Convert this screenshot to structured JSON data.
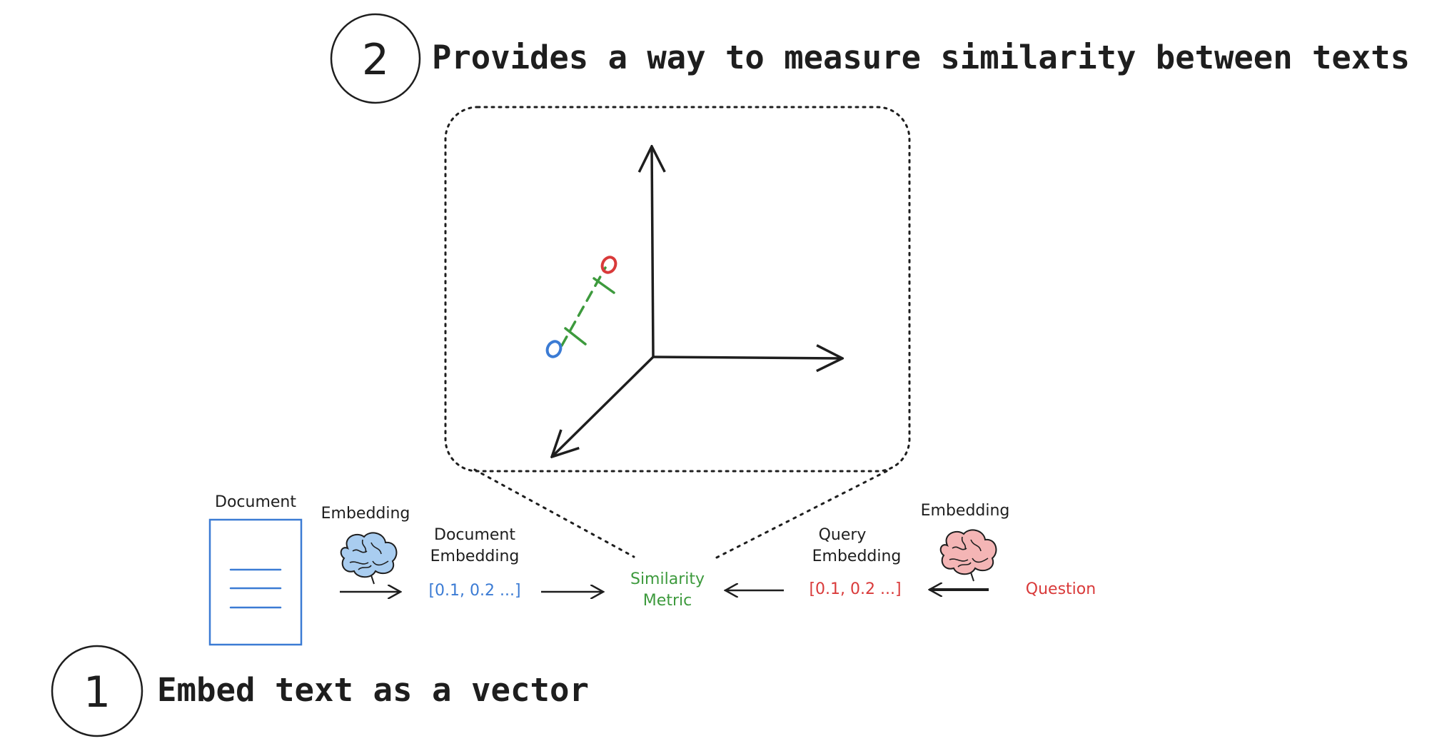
{
  "steps": [
    {
      "number": "1",
      "caption": "Embed text as a vector"
    },
    {
      "number": "2",
      "caption": "Provides a way to measure similarity between texts"
    }
  ],
  "pipeline": {
    "document_label": "Document",
    "doc_embedding_label": "Embedding",
    "doc_vector_label_line1": "Document",
    "doc_vector_label_line2": "Embedding",
    "doc_vector": "[0.1, 0.2 ...]",
    "similarity_line1": "Similarity",
    "similarity_line2": "Metric",
    "query_vector_label_line1": "Query",
    "query_vector_label_line2": "Embedding",
    "query_vector": "[0.1, 0.2 ...]",
    "query_embedding_label": "Embedding",
    "question_label": "Question"
  },
  "colors": {
    "ink": "#1e1e1e",
    "document_blue": "#3b7bd4",
    "query_red": "#d93a3a",
    "similarity_green": "#3d9a3d",
    "brain_blue": "#a9cdf0",
    "brain_pink": "#f4b5b5"
  },
  "icons": {
    "document": "document-icon",
    "doc_brain": "brain-icon",
    "query_brain": "brain-icon"
  }
}
